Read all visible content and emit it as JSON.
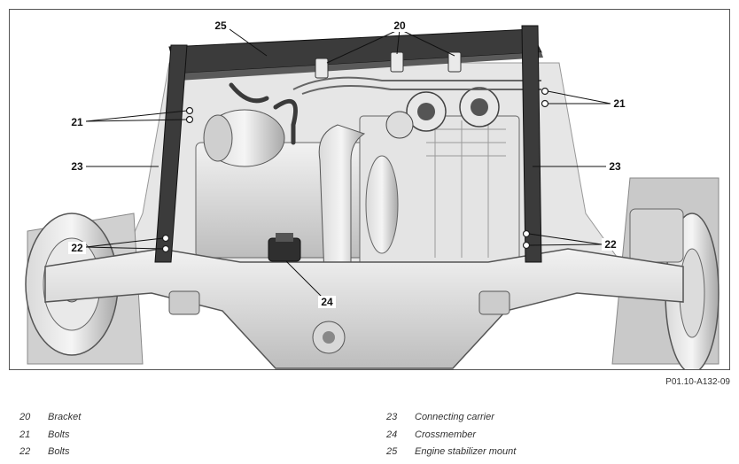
{
  "callouts": [
    {
      "id": "c20",
      "number": "20"
    },
    {
      "id": "c21a",
      "number": "21"
    },
    {
      "id": "c21b",
      "number": "21"
    },
    {
      "id": "c22a",
      "number": "22"
    },
    {
      "id": "c22b",
      "number": "22"
    },
    {
      "id": "c23a",
      "number": "23"
    },
    {
      "id": "c23b",
      "number": "23"
    },
    {
      "id": "c24",
      "number": "24"
    },
    {
      "id": "c25",
      "number": "25"
    }
  ],
  "figure_code": "P01.10-A132-09",
  "legend": {
    "left": [
      {
        "number": "20",
        "label": "Bracket"
      },
      {
        "number": "21",
        "label": "Bolts"
      },
      {
        "number": "22",
        "label": "Bolts"
      }
    ],
    "right": [
      {
        "number": "23",
        "label": "Connecting carrier"
      },
      {
        "number": "24",
        "label": "Crossmember"
      },
      {
        "number": "25",
        "label": "Engine stabilizer mount"
      }
    ]
  }
}
